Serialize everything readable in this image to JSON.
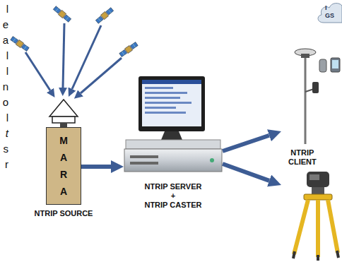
{
  "diagram": {
    "nodes": [
      {
        "text": [
          "M A R A",
          "NTRIP SOURCE"
        ]
      },
      {
        "text": [
          "NTRIP SERVER",
          "+",
          "NTRIP CASTER"
        ]
      },
      {
        "text": [
          "NTRIP CLIENT"
        ]
      },
      {
        "text": [
          "I GS"
        ]
      }
    ],
    "edges": [
      {
        "from": 0,
        "to": 1,
        "arrow": "to"
      },
      {
        "from": 1,
        "to": 2,
        "arrow": "to"
      },
      {
        "from": 1,
        "to": 2,
        "arrow": "to"
      }
    ],
    "labels": [
      "l",
      "e",
      "a",
      "l",
      "l",
      "n",
      "o",
      "l",
      "t",
      "s",
      "r"
    ]
  }
}
